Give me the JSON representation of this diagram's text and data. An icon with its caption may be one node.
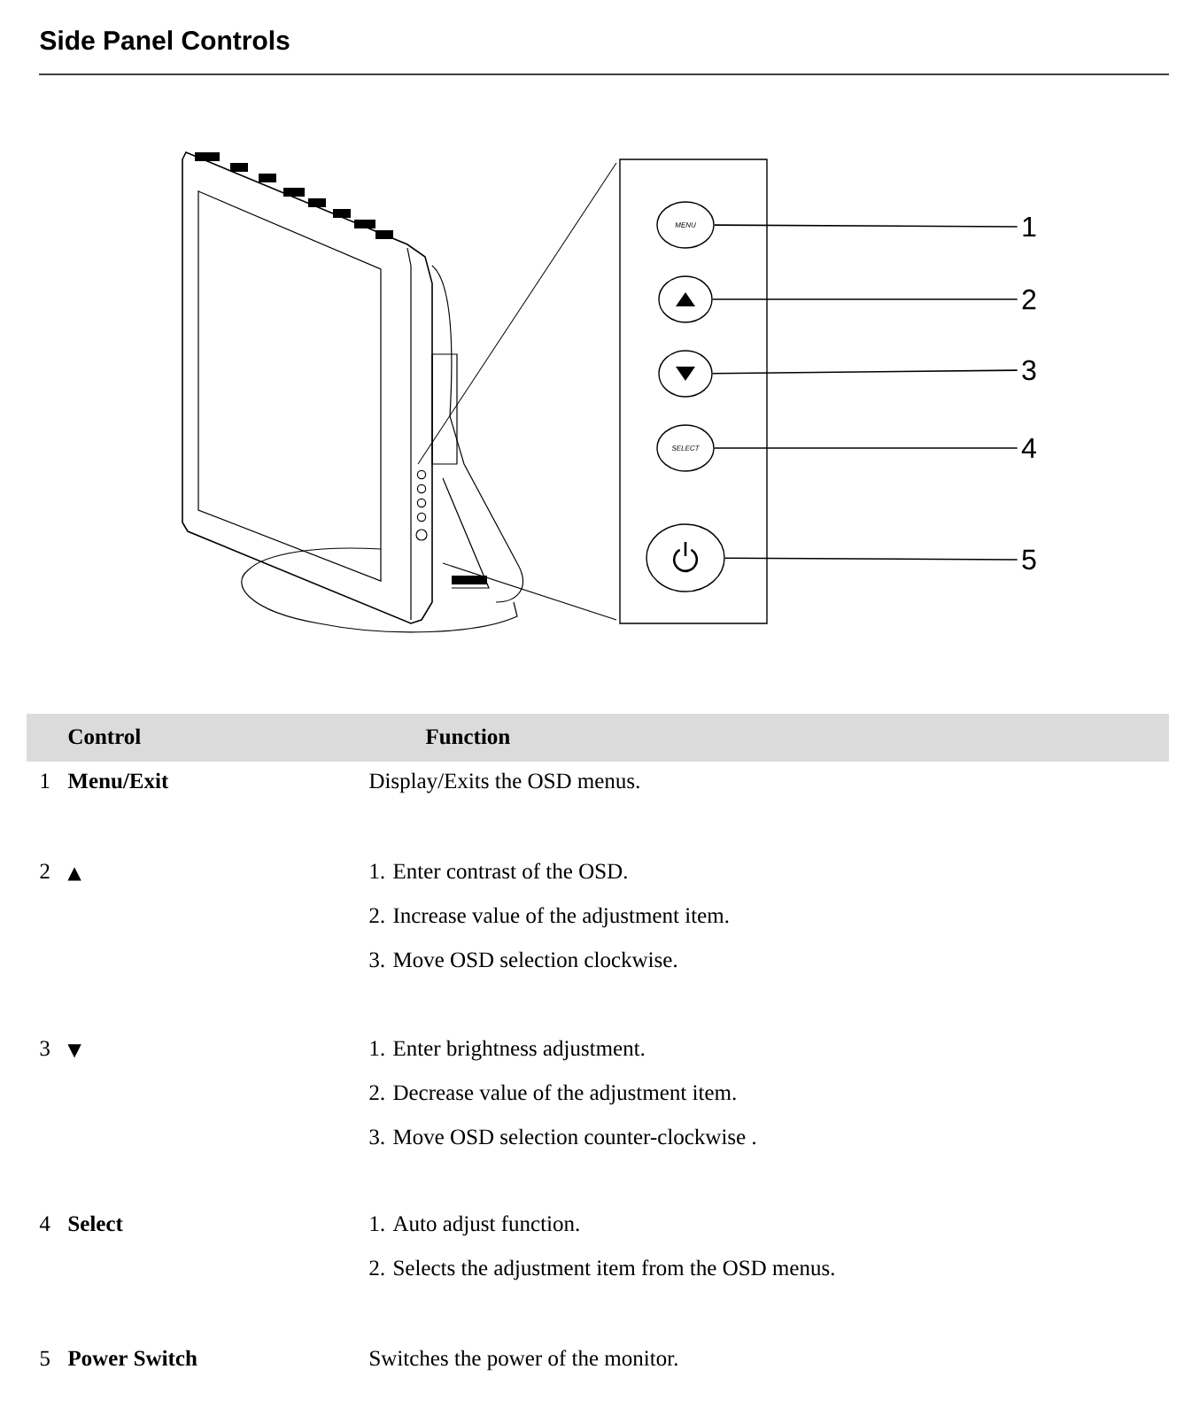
{
  "diagram": {
    "title": "Side Panel Controls",
    "nodes": [
      {
        "text": [],
        "shape": "box"
      },
      {
        "text": [
          "MENU"
        ],
        "in": 0
      },
      {
        "text": [],
        "shape": "circle",
        "in": 0
      },
      {
        "text": [],
        "shape": "circle",
        "in": 0
      },
      {
        "text": [
          "SELECT"
        ],
        "in": 0
      },
      {
        "text": [],
        "shape": "circle",
        "in": 0
      },
      {
        "text": [
          "1"
        ]
      },
      {
        "text": [
          "2"
        ]
      },
      {
        "text": [
          "3"
        ]
      },
      {
        "text": [
          "4"
        ]
      },
      {
        "text": [
          "5"
        ]
      }
    ],
    "edges": [
      {
        "from": 6,
        "to": 1,
        "arrow": "none"
      },
      {
        "from": 7,
        "to": 2,
        "arrow": "none"
      },
      {
        "from": 8,
        "to": 3,
        "arrow": "none"
      },
      {
        "from": 9,
        "to": 4,
        "arrow": "none"
      },
      {
        "from": 10,
        "to": 5,
        "arrow": "none"
      }
    ],
    "labels": [
      "Control",
      "Function",
      "1",
      "Menu/Exit",
      "Display/Exits the OSD menus.",
      "2",
      "▲",
      "1. Enter contrast of the OSD.",
      "2. Increase value of the adjustment item.",
      "3. Move OSD selection clockwise.",
      "3",
      "▼",
      "1. Enter brightness adjustment.",
      "2. Decrease value of the adjustment item.",
      "3. Move OSD selection counter-clockwise .",
      "4",
      "Select",
      "1. Auto adjust function.",
      "2. Selects the adjustment item from the OSD menus.",
      "5",
      "Power Switch",
      "Switches the power of the monitor."
    ]
  }
}
